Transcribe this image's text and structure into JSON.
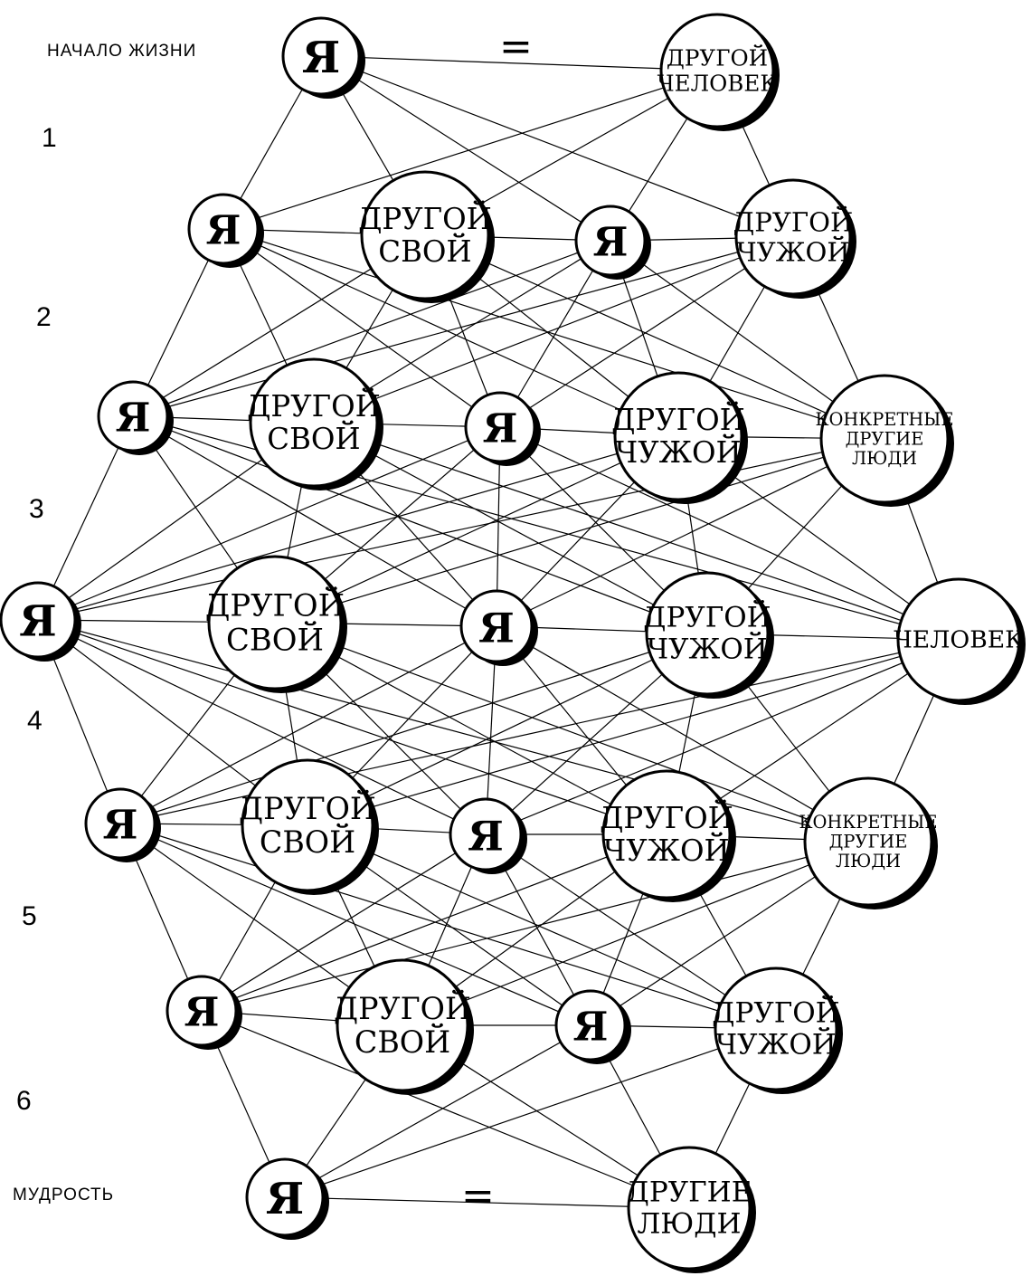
{
  "labels": {
    "start": "НАЧАЛО ЖИЗНИ",
    "end": "МУДРОСТЬ",
    "equals_top": "=",
    "equals_bottom": "=",
    "stages": [
      "1",
      "2",
      "3",
      "4",
      "5",
      "6"
    ]
  },
  "node_texts": {
    "ya": "Я",
    "other_person": [
      "ДРУГОЙ",
      "ЧЕЛОВЕК"
    ],
    "other_own": [
      "ДРУГОЙ",
      "СВОЙ"
    ],
    "other_alien": [
      "ДРУГОЙ",
      "ЧУЖОЙ"
    ],
    "concrete_others": [
      "КОНКРЕТНЫЕ",
      "ДРУГИЕ",
      "ЛЮДИ"
    ],
    "person": [
      "ЧЕЛОВЕК"
    ],
    "other_people": [
      "ДРУГИЕ",
      "ЛЮДИ"
    ]
  },
  "nodes": [
    {
      "id": "ya0",
      "kind": "ya"
    },
    {
      "id": "other_person",
      "kind": "other_person"
    },
    {
      "id": "ya1l",
      "kind": "ya"
    },
    {
      "id": "own1",
      "kind": "other_own"
    },
    {
      "id": "ya1r",
      "kind": "ya"
    },
    {
      "id": "alien1",
      "kind": "other_alien"
    },
    {
      "id": "ya2l",
      "kind": "ya"
    },
    {
      "id": "own2",
      "kind": "other_own"
    },
    {
      "id": "ya2m",
      "kind": "ya"
    },
    {
      "id": "alien2",
      "kind": "other_alien"
    },
    {
      "id": "concrete2",
      "kind": "concrete_others"
    },
    {
      "id": "ya3l",
      "kind": "ya"
    },
    {
      "id": "own3",
      "kind": "other_own"
    },
    {
      "id": "ya3m",
      "kind": "ya"
    },
    {
      "id": "alien3",
      "kind": "other_alien"
    },
    {
      "id": "person3",
      "kind": "person"
    },
    {
      "id": "ya4l",
      "kind": "ya"
    },
    {
      "id": "own4",
      "kind": "other_own"
    },
    {
      "id": "ya4m",
      "kind": "ya"
    },
    {
      "id": "alien4",
      "kind": "other_alien"
    },
    {
      "id": "concrete4",
      "kind": "concrete_others"
    },
    {
      "id": "ya5l",
      "kind": "ya"
    },
    {
      "id": "own5",
      "kind": "other_own"
    },
    {
      "id": "ya5m",
      "kind": "ya"
    },
    {
      "id": "alien5",
      "kind": "other_alien"
    },
    {
      "id": "ya6",
      "kind": "ya"
    },
    {
      "id": "other_people",
      "kind": "other_people"
    }
  ],
  "edges": [
    [
      "ya0",
      "other_person"
    ],
    [
      "ya0",
      "ya1l"
    ],
    [
      "ya0",
      "own1"
    ],
    [
      "ya0",
      "ya1r"
    ],
    [
      "ya0",
      "alien1"
    ],
    [
      "other_person",
      "ya1l"
    ],
    [
      "other_person",
      "own1"
    ],
    [
      "other_person",
      "ya1r"
    ],
    [
      "other_person",
      "alien1"
    ],
    [
      "ya1l",
      "own1"
    ],
    [
      "own1",
      "ya1r"
    ],
    [
      "ya1r",
      "alien1"
    ],
    [
      "ya1l",
      "ya2l"
    ],
    [
      "ya1l",
      "own2"
    ],
    [
      "ya1l",
      "ya2m"
    ],
    [
      "ya1l",
      "alien2"
    ],
    [
      "ya1l",
      "concrete2"
    ],
    [
      "own1",
      "ya2l"
    ],
    [
      "own1",
      "own2"
    ],
    [
      "own1",
      "ya2m"
    ],
    [
      "own1",
      "alien2"
    ],
    [
      "own1",
      "concrete2"
    ],
    [
      "ya1r",
      "ya2l"
    ],
    [
      "ya1r",
      "own2"
    ],
    [
      "ya1r",
      "ya2m"
    ],
    [
      "ya1r",
      "alien2"
    ],
    [
      "ya1r",
      "concrete2"
    ],
    [
      "alien1",
      "ya2l"
    ],
    [
      "alien1",
      "own2"
    ],
    [
      "alien1",
      "ya2m"
    ],
    [
      "alien1",
      "alien2"
    ],
    [
      "alien1",
      "concrete2"
    ],
    [
      "ya2l",
      "own2"
    ],
    [
      "own2",
      "ya2m"
    ],
    [
      "ya2m",
      "alien2"
    ],
    [
      "alien2",
      "concrete2"
    ],
    [
      "ya2l",
      "ya3l"
    ],
    [
      "ya2l",
      "own3"
    ],
    [
      "ya2l",
      "ya3m"
    ],
    [
      "ya2l",
      "alien3"
    ],
    [
      "ya2l",
      "person3"
    ],
    [
      "own2",
      "ya3l"
    ],
    [
      "own2",
      "own3"
    ],
    [
      "own2",
      "ya3m"
    ],
    [
      "own2",
      "alien3"
    ],
    [
      "own2",
      "person3"
    ],
    [
      "ya2m",
      "ya3l"
    ],
    [
      "ya2m",
      "own3"
    ],
    [
      "ya2m",
      "ya3m"
    ],
    [
      "ya2m",
      "alien3"
    ],
    [
      "ya2m",
      "person3"
    ],
    [
      "alien2",
      "ya3l"
    ],
    [
      "alien2",
      "own3"
    ],
    [
      "alien2",
      "ya3m"
    ],
    [
      "alien2",
      "alien3"
    ],
    [
      "alien2",
      "person3"
    ],
    [
      "concrete2",
      "ya3l"
    ],
    [
      "concrete2",
      "own3"
    ],
    [
      "concrete2",
      "ya3m"
    ],
    [
      "concrete2",
      "alien3"
    ],
    [
      "concrete2",
      "person3"
    ],
    [
      "ya3l",
      "own3"
    ],
    [
      "own3",
      "ya3m"
    ],
    [
      "ya3m",
      "alien3"
    ],
    [
      "alien3",
      "person3"
    ],
    [
      "ya3l",
      "ya4l"
    ],
    [
      "ya3l",
      "own4"
    ],
    [
      "ya3l",
      "ya4m"
    ],
    [
      "ya3l",
      "alien4"
    ],
    [
      "ya3l",
      "concrete4"
    ],
    [
      "own3",
      "ya4l"
    ],
    [
      "own3",
      "own4"
    ],
    [
      "own3",
      "ya4m"
    ],
    [
      "own3",
      "alien4"
    ],
    [
      "own3",
      "concrete4"
    ],
    [
      "ya3m",
      "ya4l"
    ],
    [
      "ya3m",
      "own4"
    ],
    [
      "ya3m",
      "ya4m"
    ],
    [
      "ya3m",
      "alien4"
    ],
    [
      "ya3m",
      "concrete4"
    ],
    [
      "alien3",
      "ya4l"
    ],
    [
      "alien3",
      "own4"
    ],
    [
      "alien3",
      "ya4m"
    ],
    [
      "alien3",
      "alien4"
    ],
    [
      "alien3",
      "concrete4"
    ],
    [
      "person3",
      "ya4l"
    ],
    [
      "person3",
      "own4"
    ],
    [
      "person3",
      "ya4m"
    ],
    [
      "person3",
      "alien4"
    ],
    [
      "person3",
      "concrete4"
    ],
    [
      "ya4l",
      "own4"
    ],
    [
      "own4",
      "ya4m"
    ],
    [
      "ya4m",
      "alien4"
    ],
    [
      "alien4",
      "concrete4"
    ],
    [
      "ya4l",
      "ya5l"
    ],
    [
      "ya4l",
      "own5"
    ],
    [
      "ya4l",
      "ya5m"
    ],
    [
      "ya4l",
      "alien5"
    ],
    [
      "own4",
      "ya5l"
    ],
    [
      "own4",
      "own5"
    ],
    [
      "own4",
      "ya5m"
    ],
    [
      "own4",
      "alien5"
    ],
    [
      "ya4m",
      "ya5l"
    ],
    [
      "ya4m",
      "own5"
    ],
    [
      "ya4m",
      "ya5m"
    ],
    [
      "ya4m",
      "alien5"
    ],
    [
      "alien4",
      "ya5l"
    ],
    [
      "alien4",
      "own5"
    ],
    [
      "alien4",
      "ya5m"
    ],
    [
      "alien4",
      "alien5"
    ],
    [
      "concrete4",
      "ya5l"
    ],
    [
      "concrete4",
      "own5"
    ],
    [
      "concrete4",
      "ya5m"
    ],
    [
      "concrete4",
      "alien5"
    ],
    [
      "ya5l",
      "own5"
    ],
    [
      "own5",
      "ya5m"
    ],
    [
      "ya5m",
      "alien5"
    ],
    [
      "ya5l",
      "ya6"
    ],
    [
      "ya5l",
      "other_people"
    ],
    [
      "own5",
      "ya6"
    ],
    [
      "own5",
      "other_people"
    ],
    [
      "ya5m",
      "ya6"
    ],
    [
      "ya5m",
      "other_people"
    ],
    [
      "alien5",
      "ya6"
    ],
    [
      "alien5",
      "other_people"
    ],
    [
      "ya6",
      "other_people"
    ]
  ]
}
